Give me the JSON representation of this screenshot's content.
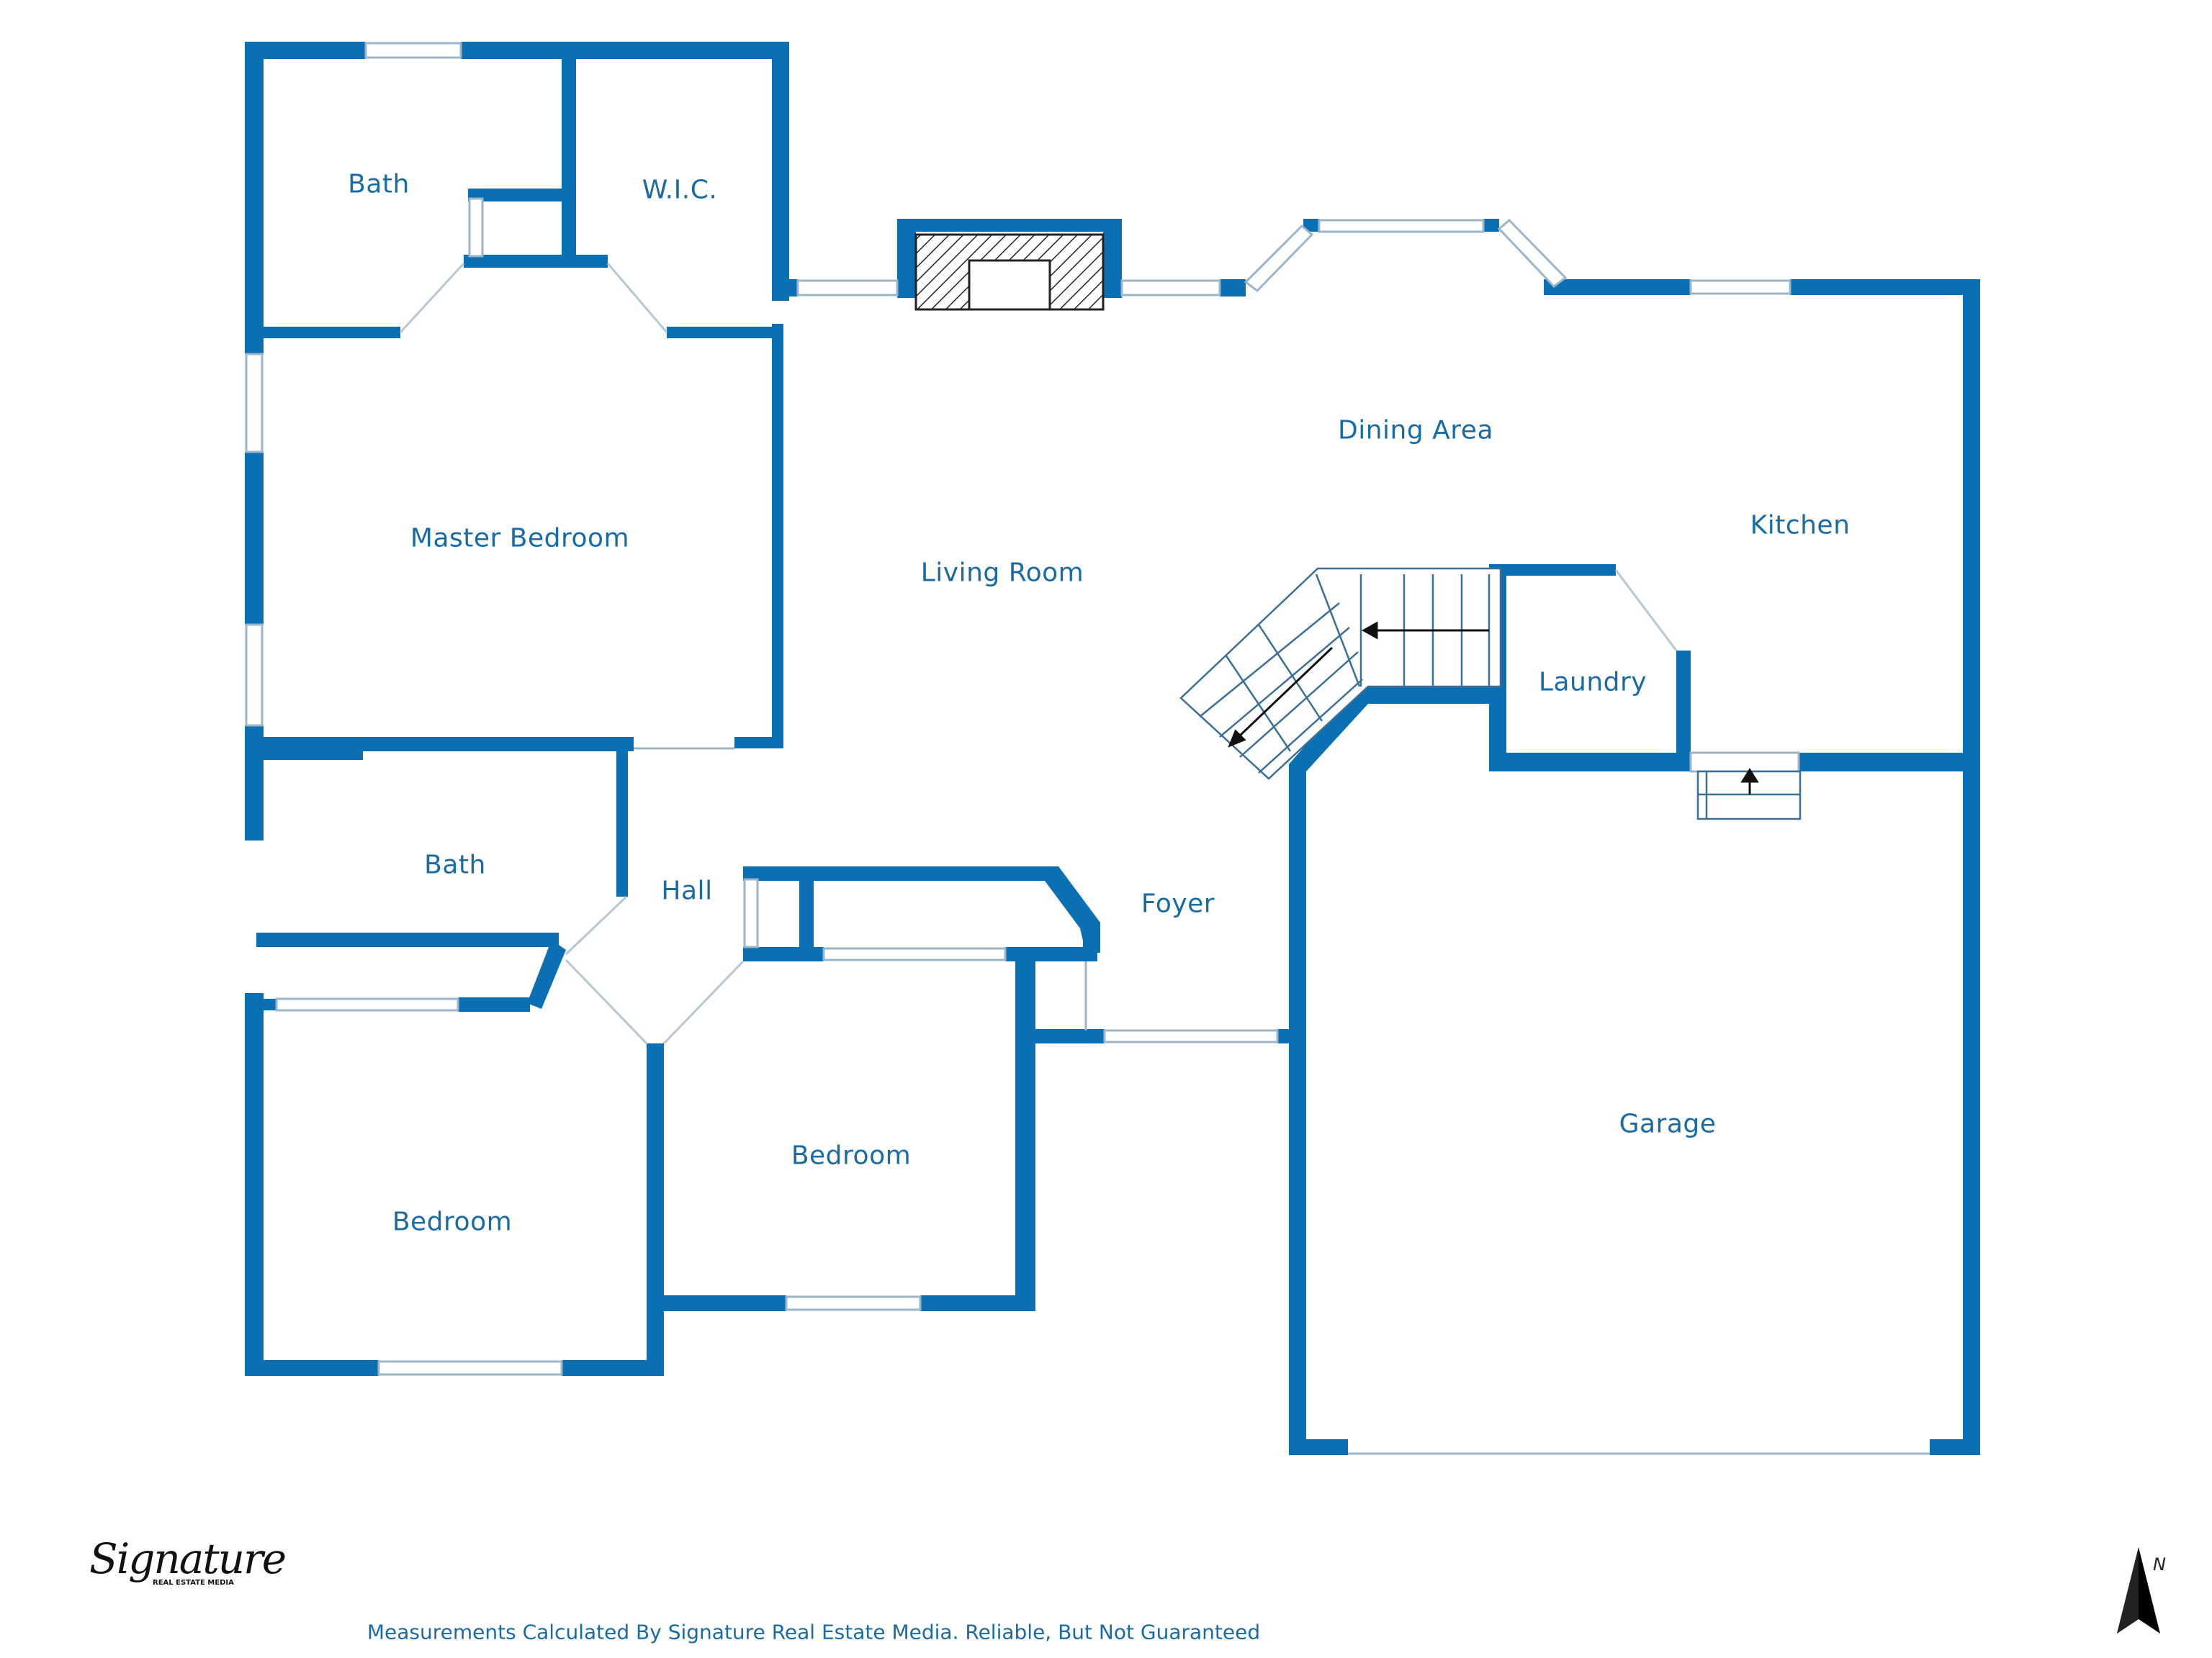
{
  "colors": {
    "wall": "#0b6fb3",
    "label": "#1a6aa3",
    "window_line": "#9db5c8",
    "fireplace_hatch": "#222222"
  },
  "rooms": {
    "bath_master": "Bath",
    "wic": "W.I.C.",
    "master_bedroom": "Master Bedroom",
    "living_room": "Living Room",
    "dining_area": "Dining Area",
    "kitchen": "Kitchen",
    "laundry": "Laundry",
    "bath_hall": "Bath",
    "hall": "Hall",
    "foyer": "Foyer",
    "bedroom_left": "Bedroom",
    "bedroom_center": "Bedroom",
    "garage": "Garage"
  },
  "footer": {
    "note": "Measurements Calculated By Signature Real Estate Media. Reliable, But Not Guaranteed"
  },
  "logo": {
    "script": "Signature",
    "subtitle": "REAL ESTATE MEDIA"
  },
  "compass": {
    "label": "N",
    "icon": "north-arrow-icon"
  }
}
